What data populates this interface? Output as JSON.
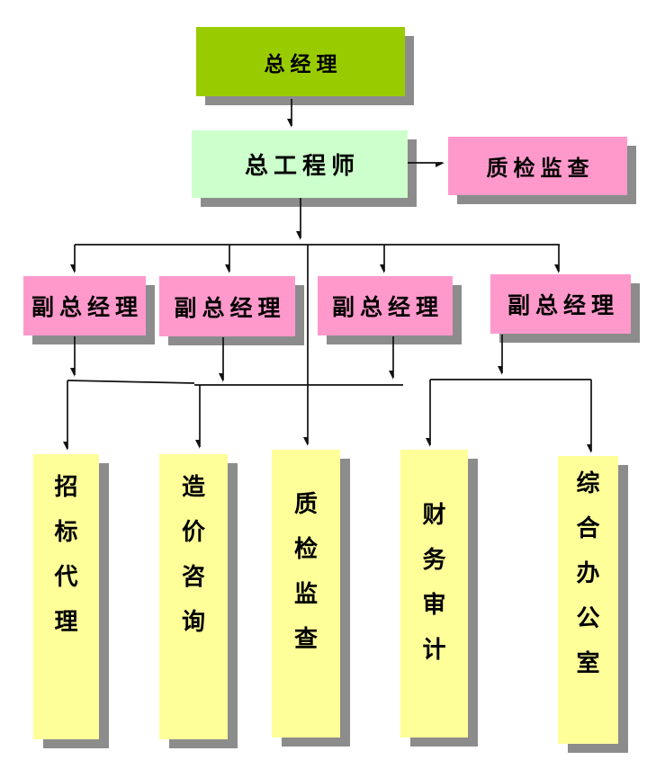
{
  "diagram": {
    "type": "organization-chart",
    "background": "#FFFFFF",
    "colors": {
      "general_manager_box": "#99CC00",
      "chief_engineer_box": "#CCFFCC",
      "pink_boxes": "#FF99CC",
      "department_boxes": "#FFFF99",
      "drop_shadow": "#8C8C8C",
      "connector_lines": "#111111",
      "text": "#000000"
    },
    "nodes": {
      "general_manager": {
        "label": "总经理"
      },
      "chief_engineer": {
        "label": "总工程师"
      },
      "quality_supervision_staff": {
        "label": "质检监查"
      },
      "deputy_managers": [
        {
          "label": "副总经理"
        },
        {
          "label": "副总经理"
        },
        {
          "label": "副总经理"
        },
        {
          "label": "副总经理"
        }
      ],
      "departments": [
        {
          "label": "招标代理"
        },
        {
          "label": "造价咨询"
        },
        {
          "label": "质检监查"
        },
        {
          "label": "财务审计"
        },
        {
          "label": "综合办公室"
        }
      ]
    },
    "edges": [
      {
        "from": "总经理",
        "to": "总工程师"
      },
      {
        "from": "总工程师",
        "to": "质检监查"
      },
      {
        "from": "总工程师",
        "to": "副总经理 (×4)"
      },
      {
        "from": "总工程师",
        "to": "质检监查 (部门)"
      },
      {
        "from": "副总经理",
        "to": "招标代理"
      },
      {
        "from": "副总经理",
        "to": "造价咨询"
      },
      {
        "from": "副总经理",
        "to": "财务审计"
      },
      {
        "from": "副总经理",
        "to": "综合办公室"
      }
    ]
  }
}
